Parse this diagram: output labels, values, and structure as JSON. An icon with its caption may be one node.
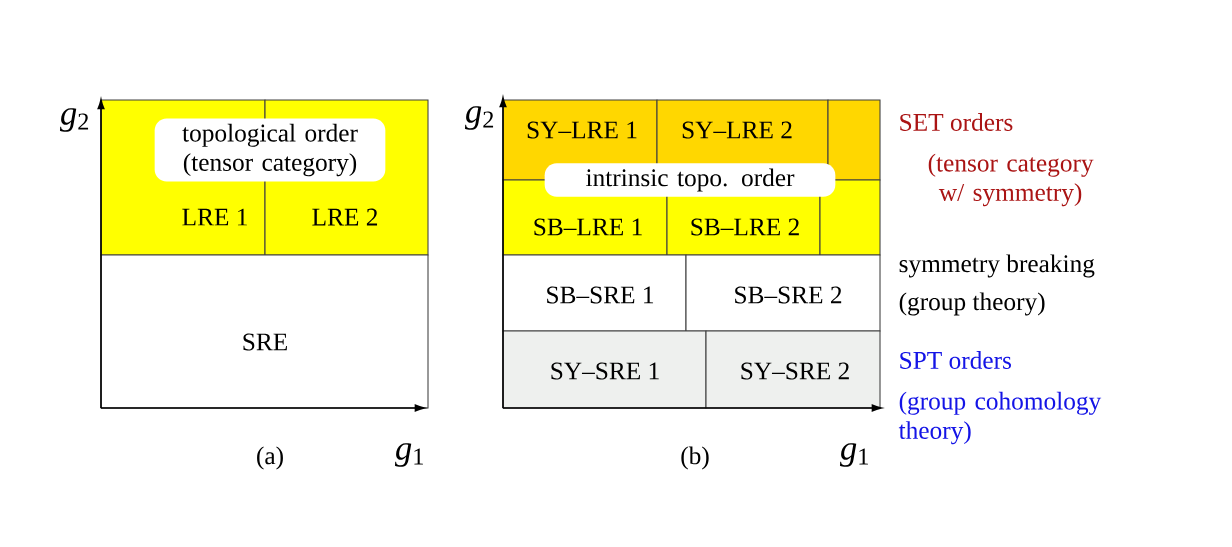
{
  "diagram": {
    "nodes": [
      {
        "text": [
          "topological order (tensor category)"
        ]
      },
      {
        "text": [
          "LRE 1"
        ]
      },
      {
        "text": [
          "LRE 2"
        ]
      },
      {
        "text": [
          "SRE"
        ]
      },
      {
        "text": [
          "SY–LRE 1"
        ]
      },
      {
        "text": [
          "SY–LRE 2"
        ]
      },
      {
        "text": [],
        "shape": "box"
      },
      {
        "text": [
          "intrinsic topo. order"
        ]
      },
      {
        "text": [
          "SB–LRE 1"
        ]
      },
      {
        "text": [
          "SB–LRE 2"
        ]
      },
      {
        "text": [],
        "shape": "box"
      },
      {
        "text": [
          "SB–SRE 1"
        ]
      },
      {
        "text": [
          "SB–SRE 2"
        ]
      },
      {
        "text": [
          "SY–SRE 1"
        ]
      },
      {
        "text": [
          "SY–SRE 2"
        ]
      }
    ],
    "labels": [
      "*g*$_{2}$",
      "*g*$_{1}$",
      "(a)",
      "*g*$_{2}$",
      "SET orders",
      "(tensor category w/ symmetry)",
      "symmetry breaking",
      "(group theory)",
      "SPT orders",
      "(group cohomology theory)",
      "(b)",
      "*g*$_{1}$"
    ]
  }
}
